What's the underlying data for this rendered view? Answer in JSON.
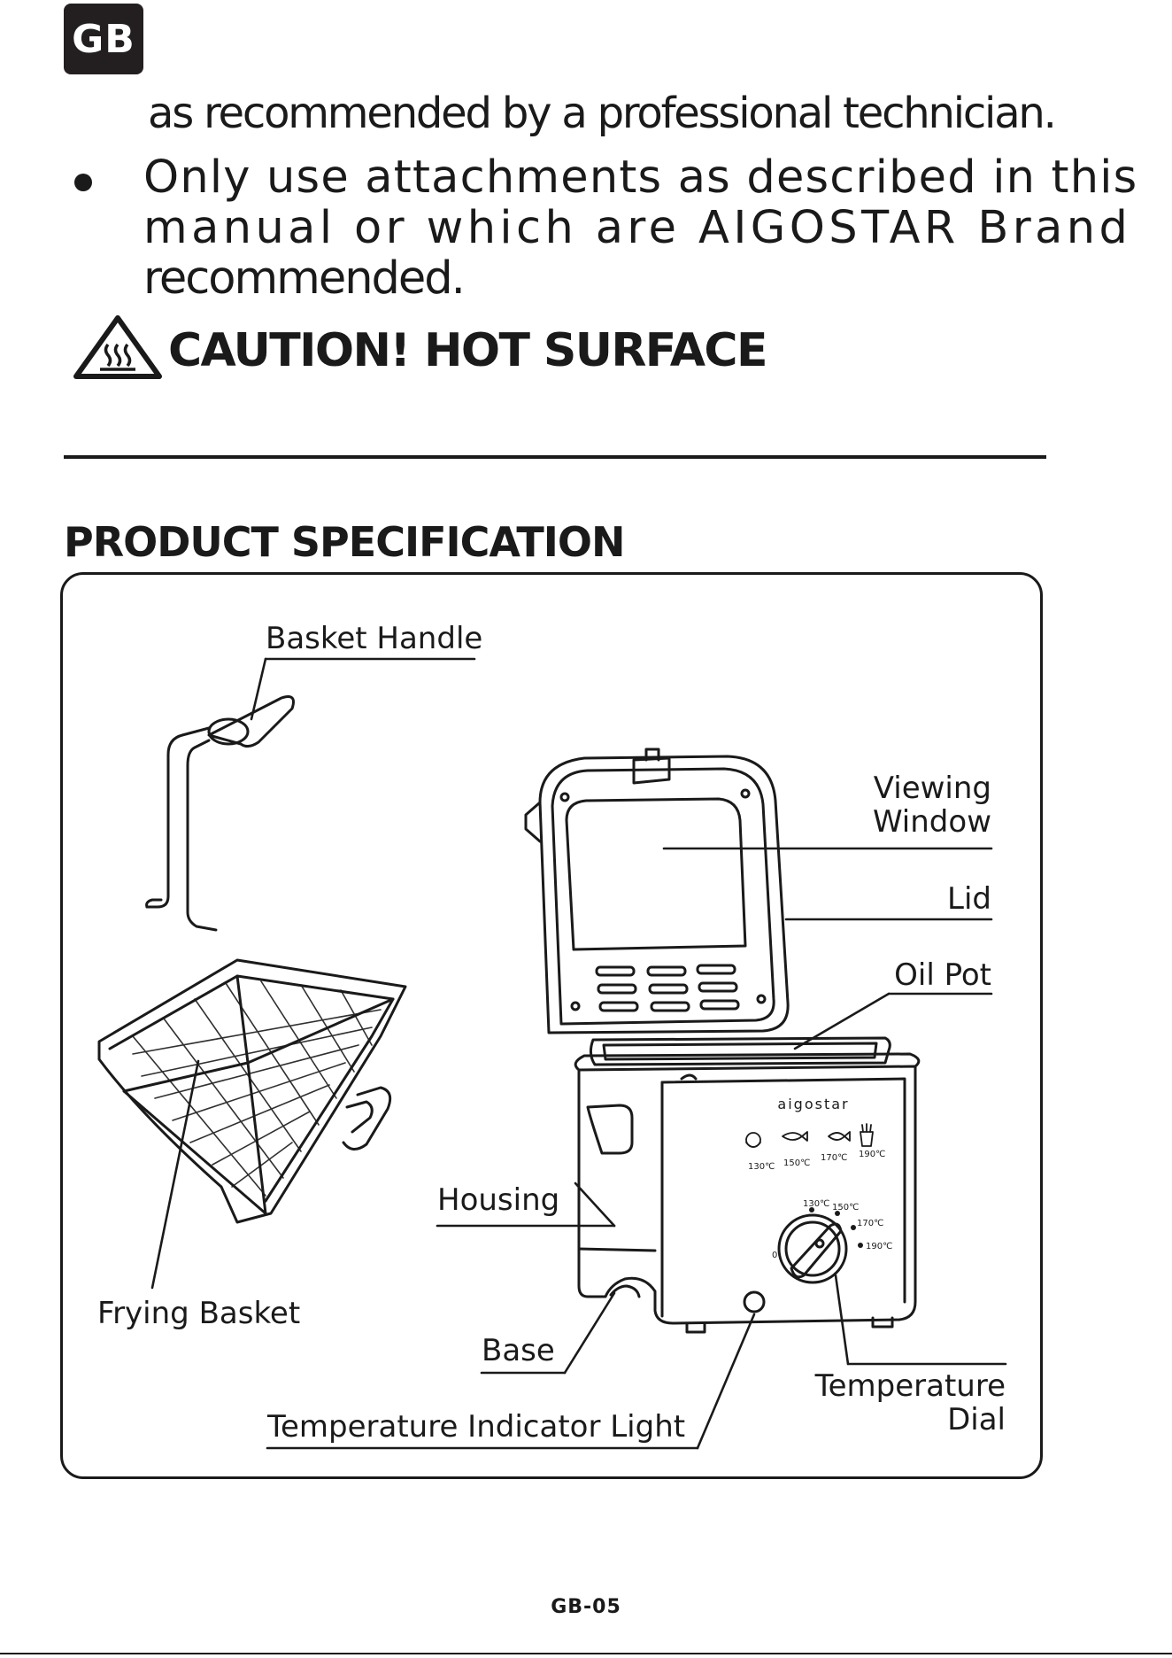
{
  "header": {
    "language_badge": "GB"
  },
  "instructions": {
    "continued_line": "as recommended by a professional technician.",
    "bullet_line_1": "Only use attachments as described in this",
    "bullet_line_2": "manual or which are AIGOSTAR Brand",
    "bullet_line_3": "recommended."
  },
  "caution": {
    "icon": "hot-surface-warning-icon",
    "text": "CAUTION! HOT SURFACE"
  },
  "section": {
    "title": "PRODUCT SPECIFICATION"
  },
  "diagram": {
    "labels": {
      "basket_handle": "Basket Handle",
      "viewing_window_1": "Viewing",
      "viewing_window_2": "Window",
      "lid": "Lid",
      "oil_pot": "Oil Pot",
      "housing": "Housing",
      "frying_basket": "Frying Basket",
      "base": "Base",
      "temperature_dial_1": "Temperature",
      "temperature_dial_2": "Dial",
      "temperature_indicator_light": "Temperature Indicator Light"
    },
    "brand_mark": "aigostar",
    "panel_temps": {
      "t1": "130℃",
      "t2": "150℃",
      "t3": "170℃",
      "t4": "190℃"
    },
    "dial_marks": {
      "zero": "0",
      "t1": "130℃",
      "t2": "150℃",
      "t3": "170℃",
      "t4": "190℃"
    }
  },
  "footer": {
    "page_number": "GB-05"
  }
}
